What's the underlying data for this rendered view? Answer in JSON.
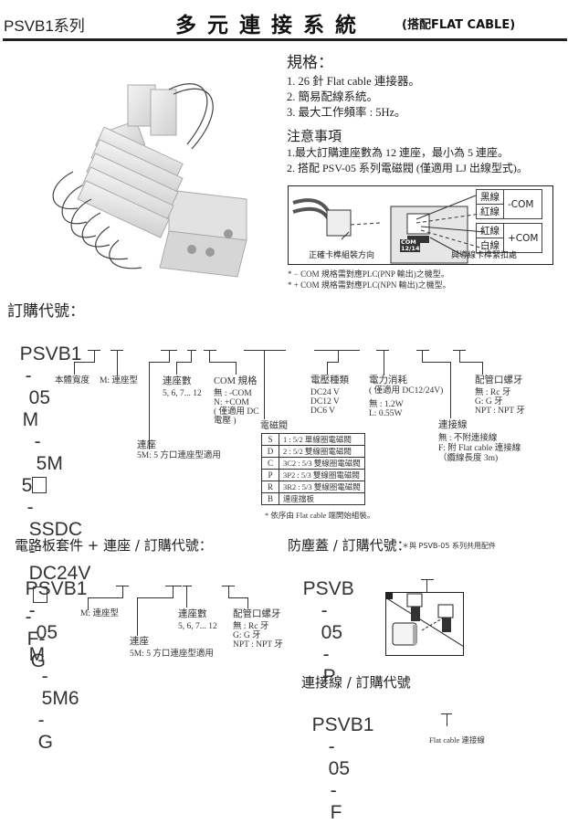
{
  "header": {
    "series": "PSVB1系列",
    "title": "多元連接系統",
    "subtitle": "(搭配FLAT CABLE)"
  },
  "specs": {
    "heading": "規格：",
    "items": [
      "1. 26 針 Flat cable 連接器。",
      "2. 簡易配線系統。",
      "3. 最大工作頻率 : 5Hz。"
    ]
  },
  "notes": {
    "heading": "注意事項",
    "items": [
      "1.最大訂購連座數為 12 連座，最小為 5 連座。",
      "2. 搭配 PSV-05 系列電磁閥 (僅適用 LJ 出線型式)。"
    ]
  },
  "wiring": {
    "wires": [
      {
        "color": "黑線",
        "group": "-COM"
      },
      {
        "color": "紅線",
        "group": "-COM"
      },
      {
        "color": "紅線",
        "group": "+COM"
      },
      {
        "color": "白線",
        "group": "+COM"
      }
    ],
    "minus_com": "-COM",
    "plus_com": "+COM",
    "connector_label_1": "COM",
    "connector_label_2": "12/14",
    "caption_left": "正確卡榫組裝方向",
    "caption_right": "與導線卡榫緊扣處",
    "footnotes": [
      "* − COM 規格需對應PLC(PNP  輸出)之機型。",
      "* + COM 規格需對應PLC(NPN  輸出)之機型。"
    ]
  },
  "order": {
    "heading": "訂購代號：",
    "code": {
      "p1": "PSVB1",
      "d1": "-",
      "p2": "05",
      "p3": "M",
      "d2": "-",
      "p4": "5M",
      "p5": "5",
      "d3": "-",
      "p6": "SSDC",
      "d4": "-",
      "p7": "DC24V",
      "d5": "-",
      "p8": "F",
      "d6": "-",
      "p9": "G"
    },
    "labels": {
      "body_width": "本體寬度",
      "manifold_type": "M: 連座型",
      "stations": {
        "title": "連座數",
        "values": "5, 6, 7... 12"
      },
      "com": {
        "title": "COM 規格",
        "lines": [
          "無 : -COM",
          "N: +COM",
          "( 僅適用 DC",
          "  電壓 )"
        ]
      },
      "base": {
        "title": "連座",
        "desc": "5M: 5 方口連座型適用"
      },
      "voltage": {
        "title": "電壓種類",
        "lines": [
          "DC24 V",
          "DC12 V",
          " DC6 V"
        ]
      },
      "power": {
        "title": "電力消耗",
        "note": "( 僅適用 DC12/24V)",
        "lines": [
          "無 : 1.2W",
          "L: 0.55W"
        ]
      },
      "cable": {
        "title": "連接線",
        "lines": [
          "無 : 不附連接線",
          "F: 附 Flat cable   連接線",
          "（纜線長度 3m)"
        ]
      },
      "thread": {
        "title": "配管口螺牙",
        "lines": [
          "無 : Rc  牙",
          "G: G  牙",
          "NPT : NPT  牙"
        ]
      }
    },
    "valve_table": {
      "title": "電磁閥",
      "rows": [
        {
          "code": "S",
          "desc": "1  : 5/2  單線圈電磁閥"
        },
        {
          "code": "D",
          "desc": "2  : 5/2  雙線圈電磁閥"
        },
        {
          "code": "C",
          "desc": "3C2 : 5/3  雙線圈電磁閥"
        },
        {
          "code": "P",
          "desc": "3P2 : 5/3  雙線圈電磁閥"
        },
        {
          "code": "R",
          "desc": "3R2 : 5/3  雙線圈電磁閥"
        },
        {
          "code": "B",
          "desc": "連座擋板"
        }
      ],
      "footnote": "* 依序由 Flat cable 端開始組裝。"
    }
  },
  "board_kit": {
    "heading": "電路板套件 + 連座 / 訂購代號：",
    "code": {
      "p1": "PSVB1",
      "d1": "-",
      "p2": "05",
      "p3": "M",
      "d2": "-",
      "p4": "5M6",
      "d3": "-",
      "p5": "G"
    },
    "labels": {
      "manifold_type": "M: 連座型",
      "stations": {
        "title": "連座數",
        "values": "5, 6, 7... 12"
      },
      "base": {
        "title": "連座",
        "desc": "5M: 5 方口連座型適用"
      },
      "thread": {
        "title": "配管口螺牙",
        "lines": [
          "無 : Rc  牙",
          "G: G  牙",
          "NPT : NPT  牙"
        ]
      }
    }
  },
  "dust_cover": {
    "heading": "防塵蓋 / 訂購代號：",
    "note": "＊與 PSVB-05 系列共用配件",
    "code": {
      "p1": "PSVB",
      "d1": "-",
      "p2": "05",
      "d2": "-",
      "p3": "P"
    }
  },
  "cable_order": {
    "heading": "連接線 / 訂購代號",
    "code": {
      "p1": "PSVB1",
      "d1": "-",
      "p2": "05",
      "d2": "-",
      "p3": "F"
    },
    "label": "Flat cable  連接線"
  }
}
